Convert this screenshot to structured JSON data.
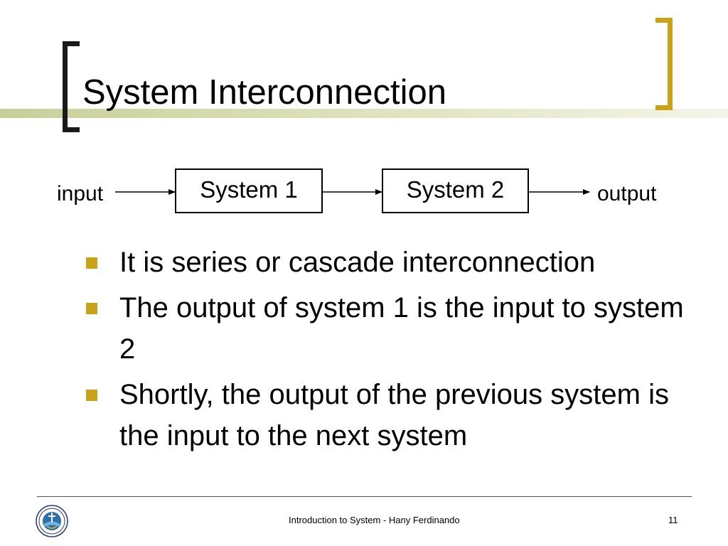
{
  "slide": {
    "title": "System Interconnection",
    "accent_color": "#c9a21a",
    "stripe_color": "#d7dcae",
    "bullet_color": "#c9a21a"
  },
  "diagram": {
    "input_label": "input",
    "output_label": "output",
    "system1_label": "System 1",
    "system2_label": "System 2"
  },
  "bullets": [
    "It is series or cascade interconnection",
    "The output of system 1 is the input to system 2",
    "Shortly, the output of the previous system is the input to the next system"
  ],
  "footer": {
    "text": "Introduction to System - Hany Ferdinando",
    "page_number": "11",
    "logo_icon": "university-seal-icon"
  }
}
